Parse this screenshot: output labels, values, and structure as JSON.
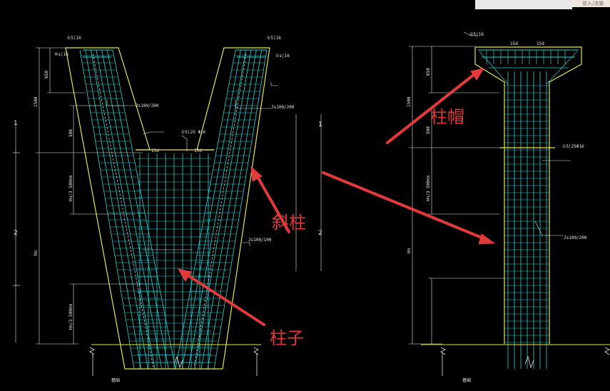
{
  "callouts": {
    "column_cap": "柱帽",
    "inclined_column": "斜柱",
    "column": "柱子"
  },
  "top_right_box": "收入/流量",
  "cad_text": {
    "left_top_a": "①5|16",
    "left_top_b": "⑥s|16",
    "right_top_a": "①5|16",
    "right_top_b": "①s|16",
    "stirrup_a": "Js100/200",
    "stirrup_b": "Js100/200",
    "mid_note": "①5|25 Φ16",
    "dim_15d_a": "15d",
    "dim_15d_b": "15d",
    "dim_15d_c": "15d",
    "dim_15d_d": "15d",
    "stirrup_c": "Js100/100",
    "right_mid_note": "①5|25Φ16",
    "right_stirrup": "Js100/200",
    "cap_top": "②5|16",
    "bottom_left": "基础",
    "bottom_right": "基础"
  },
  "dims": {
    "d1": "650",
    "d2": "1500",
    "d3": "500",
    "d4": "Hn/3 500mm",
    "d5": "Hn",
    "d6": "Hn/3 500mm",
    "d7": "650",
    "d8": "1500",
    "d9": "500",
    "d10": "Hn/3 500mm",
    "d11": "Hn"
  },
  "axes": {
    "a1": "1",
    "a2": "2",
    "a3": "1",
    "a4": "2"
  }
}
